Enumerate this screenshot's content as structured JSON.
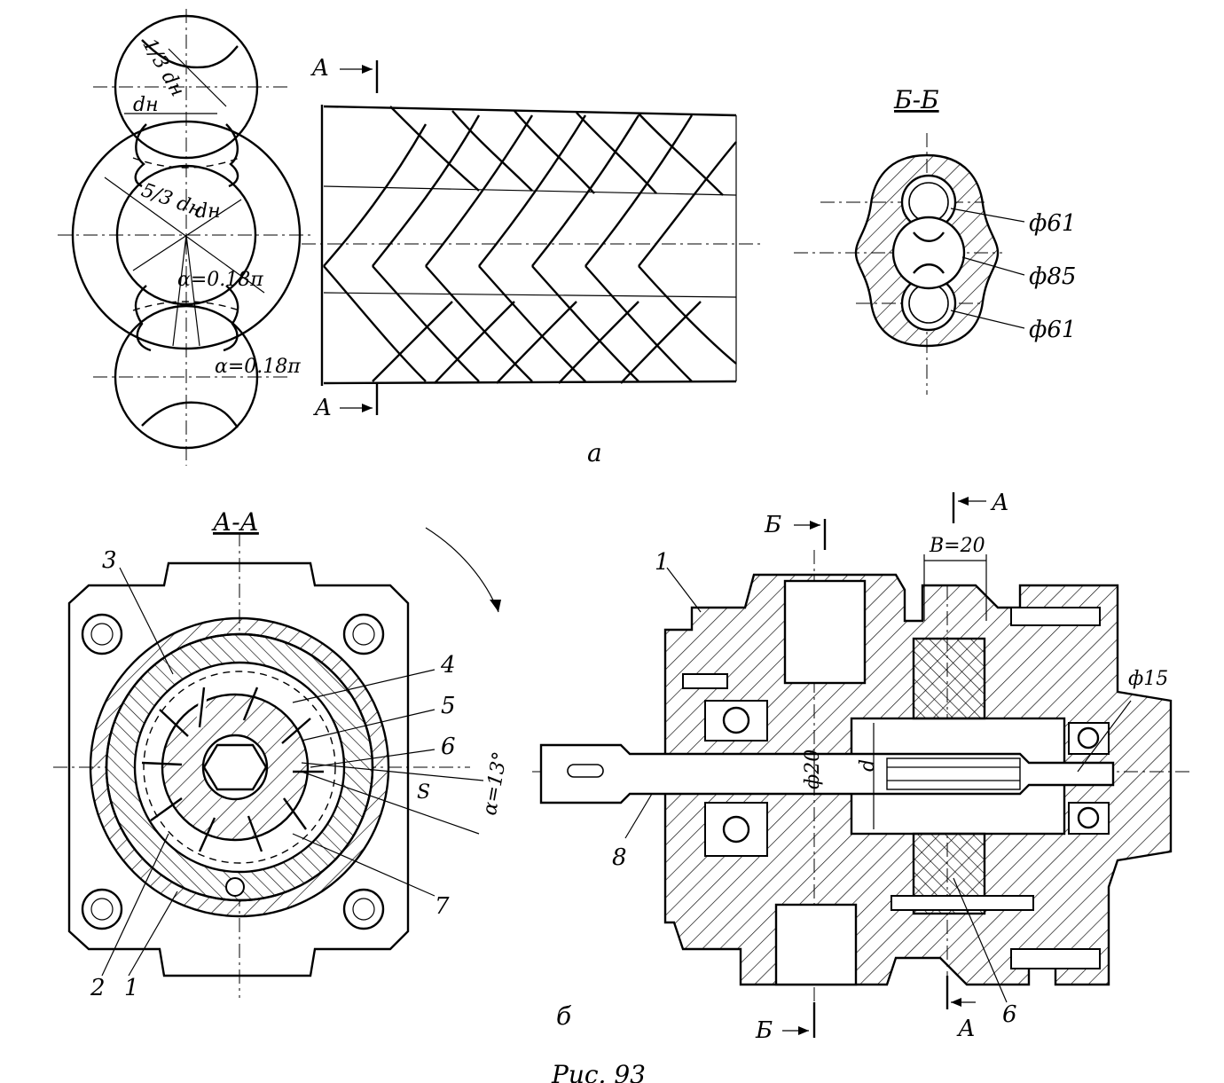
{
  "figure": {
    "caption": "Рис. 93",
    "part_labels": {
      "a": "а",
      "b": "б"
    }
  },
  "view_a": {
    "profile_dims": [
      "1/3 dн",
      "dн",
      "5/3 dн",
      "dн",
      "α=0.18π",
      "α=0.18π"
    ],
    "section_marks": [
      "A",
      "A"
    ],
    "section_bb": {
      "title": "Б-Б",
      "callouts": [
        "ф61",
        "ф85",
        "ф61"
      ]
    }
  },
  "view_aa": {
    "title": "А-А",
    "part_numbers": [
      "3",
      "4",
      "5",
      "6",
      "7",
      "2",
      "1"
    ],
    "dims": [
      "S",
      "α=13°"
    ]
  },
  "view_b": {
    "section_marks": [
      "Б",
      "Б",
      "А",
      "А"
    ],
    "dims": [
      "B=20",
      "ф15",
      "ф20",
      "d"
    ],
    "part_numbers": [
      "1",
      "8",
      "6"
    ]
  }
}
